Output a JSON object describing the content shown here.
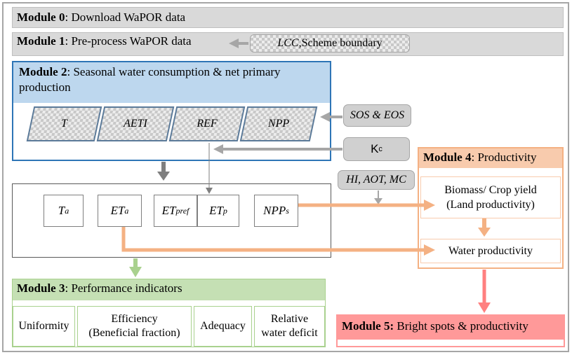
{
  "module0": {
    "bold": "Module 0",
    "rest": ": Download WaPOR data"
  },
  "module1": {
    "bold": "Module 1",
    "rest": ": Pre-process WaPOR data"
  },
  "lcc": {
    "italic": "LCC,",
    "rest": " Scheme boundary"
  },
  "module2": {
    "bold": "Module 2",
    "rest": ": Seasonal water consumption & net primary production"
  },
  "datasets": [
    "T",
    "AETI",
    "REF",
    "NPP"
  ],
  "sos_eos": "SOS & EOS",
  "kc": {
    "main": "K",
    "sub": "c"
  },
  "hi_aot_mc": "HI, AOT, MC",
  "outputs": {
    "ta": {
      "main": "T",
      "sub": "a"
    },
    "eta": {
      "main": "ET",
      "sub": "a"
    },
    "etpref": {
      "main": "ET",
      "sub": "pref"
    },
    "etp": {
      "main": "ET",
      "sub": "p"
    },
    "npps": {
      "main": "NPP",
      "sub": "s"
    }
  },
  "module3": {
    "bold": "Module 3",
    "rest": ": Performance indicators"
  },
  "indicators": {
    "uniformity": "Uniformity",
    "efficiency_1": "Efficiency",
    "efficiency_2": "(Beneficial fraction)",
    "adequacy": "Adequacy",
    "rwd_1": "Relative",
    "rwd_2": "water deficit"
  },
  "module4": {
    "bold": "Module 4",
    "rest": ": Productivity"
  },
  "biomass": {
    "line1": "Biomass/ Crop yield",
    "line2": "(Land productivity)"
  },
  "water_productivity": "Water productivity",
  "module5": {
    "bold": "Module 5:",
    "rest": " Bright spots & productivity"
  },
  "colors": {
    "module2_bg": "#bdd7ee",
    "module2_border": "#2e75b6",
    "module3_bg": "#c5e0b4",
    "module3_border": "#a9d18e",
    "module4_bg": "#f8cbad",
    "module4_border": "#f4b183",
    "module5_bg": "#ff9999",
    "arrow_grey": "#a6a6a6",
    "arrow_dark": "#7f7f7f",
    "arrow_orange": "#f4b183",
    "arrow_green": "#a9d18e",
    "arrow_pink": "#ff8080"
  }
}
